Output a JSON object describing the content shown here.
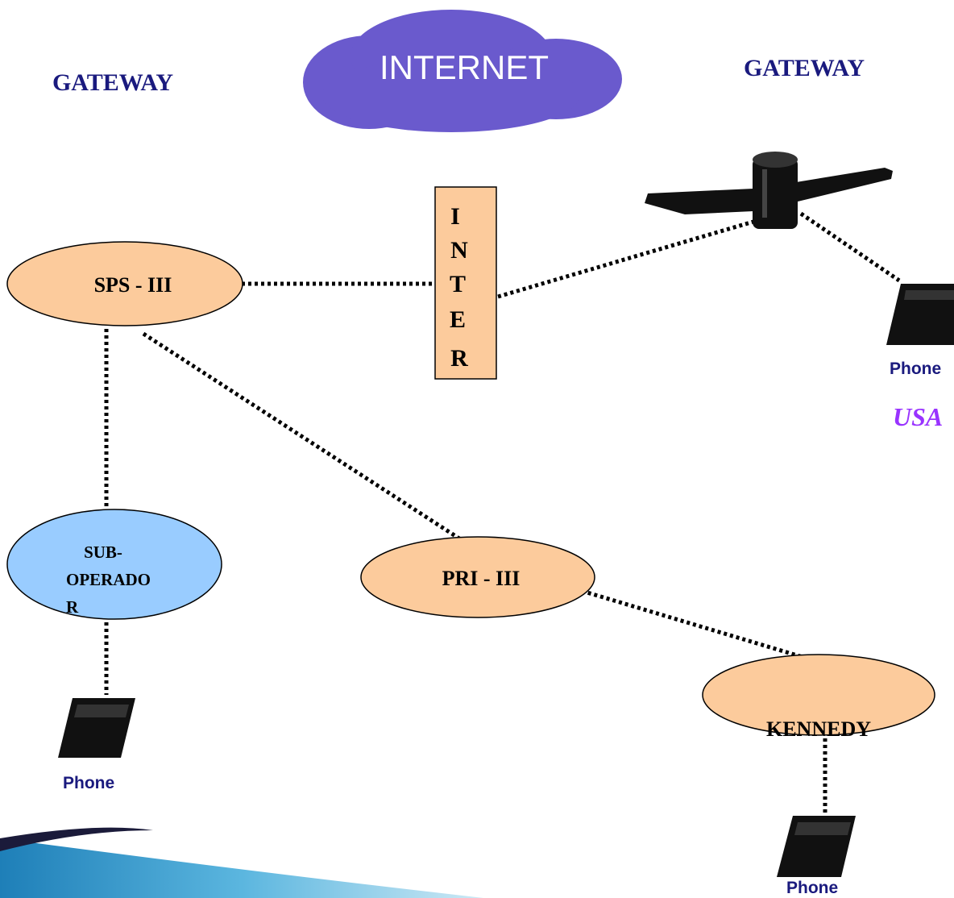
{
  "labels": {
    "gateway_left": "GATEWAY",
    "gateway_right": "GATEWAY",
    "internet": "INTERNET",
    "usa": "USA"
  },
  "nodes": {
    "sps": "SPS - III",
    "suboperador_line1": "SUB-",
    "suboperador_line2": "OPERADO",
    "suboperador_line3": "R",
    "pri": "PRI - III",
    "kennedy": "KENNEDY"
  },
  "inter_letters": [
    "I",
    "N",
    "T",
    "E",
    "R"
  ],
  "phones": {
    "left": "Phone",
    "right_top": "Phone",
    "bottom_right": "Phone"
  },
  "colors": {
    "node_orange": "#FCCB9C",
    "node_blue": "#99CCFF",
    "cloud": "#6A5ACD",
    "label_navy": "#1A1A7E",
    "usa": "#9933FF"
  }
}
